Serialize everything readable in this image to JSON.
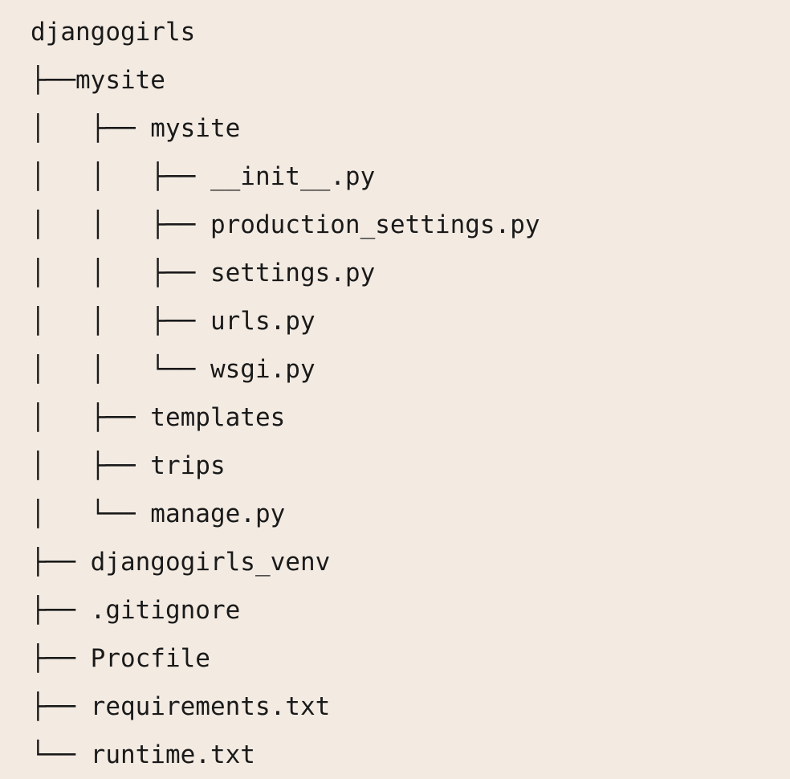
{
  "view": {
    "kind": "directory-tree-listing",
    "background_color": "#f3ebe2",
    "text_color": "#1a1a1a",
    "root_name": "djangogirls",
    "total_lines": 16
  },
  "tree": {
    "lines": [
      {
        "text": "djangogirls",
        "name": "djangogirls",
        "depth": 0,
        "type": "directory"
      },
      {
        "text": "├──mysite",
        "name": "mysite",
        "depth": 1,
        "type": "directory"
      },
      {
        "text": "│   ├── mysite",
        "name": "mysite",
        "depth": 2,
        "type": "directory"
      },
      {
        "text": "│   │   ├── __init__.py",
        "name": "__init__.py",
        "depth": 3,
        "type": "file"
      },
      {
        "text": "│   │   ├── production_settings.py",
        "name": "production_settings.py",
        "depth": 3,
        "type": "file"
      },
      {
        "text": "│   │   ├── settings.py",
        "name": "settings.py",
        "depth": 3,
        "type": "file"
      },
      {
        "text": "│   │   ├── urls.py",
        "name": "urls.py",
        "depth": 3,
        "type": "file"
      },
      {
        "text": "│   │   └── wsgi.py",
        "name": "wsgi.py",
        "depth": 3,
        "type": "file"
      },
      {
        "text": "│   ├── templates",
        "name": "templates",
        "depth": 2,
        "type": "directory"
      },
      {
        "text": "│   ├── trips",
        "name": "trips",
        "depth": 2,
        "type": "directory"
      },
      {
        "text": "│   └── manage.py",
        "name": "manage.py",
        "depth": 2,
        "type": "file"
      },
      {
        "text": "├── djangogirls_venv",
        "name": "djangogirls_venv",
        "depth": 1,
        "type": "directory"
      },
      {
        "text": "├── .gitignore",
        "name": ".gitignore",
        "depth": 1,
        "type": "file"
      },
      {
        "text": "├── Procfile",
        "name": "Procfile",
        "depth": 1,
        "type": "file"
      },
      {
        "text": "├── requirements.txt",
        "name": "requirements.txt",
        "depth": 1,
        "type": "file"
      },
      {
        "text": "└── runtime.txt",
        "name": "runtime.txt",
        "depth": 1,
        "type": "file"
      }
    ]
  }
}
